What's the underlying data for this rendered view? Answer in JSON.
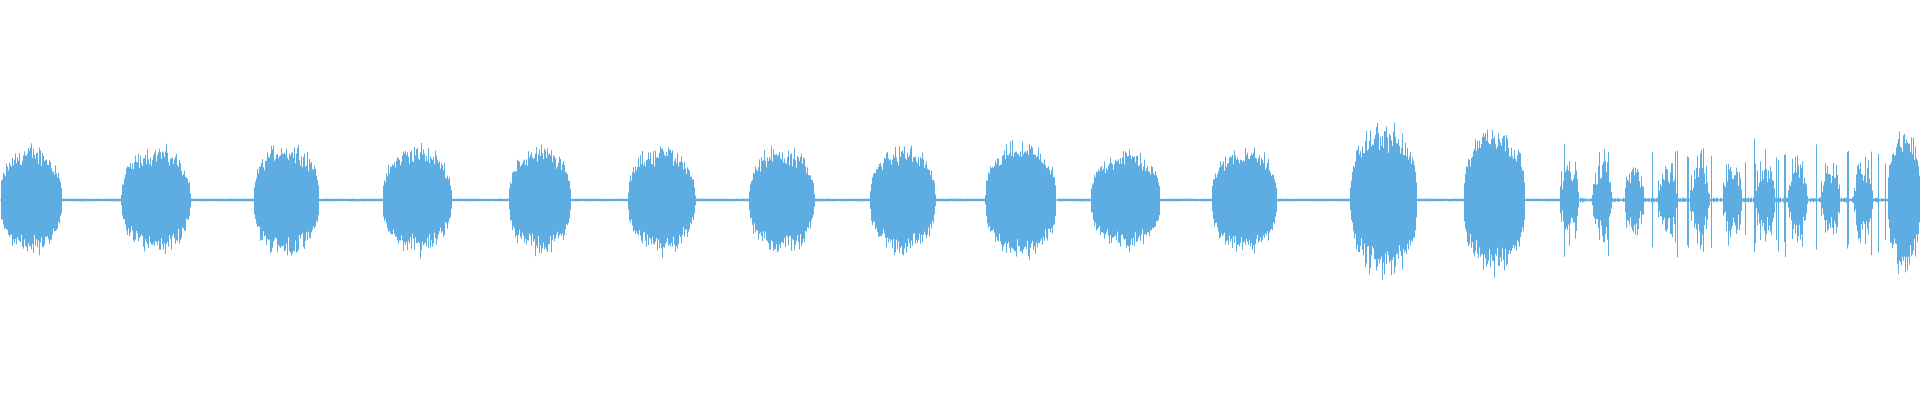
{
  "waveform": {
    "color": "#5dade2",
    "background": "#ffffff",
    "baseline_amplitude": 0.003,
    "segments": [
      {
        "kind": "burst",
        "start": 0.0,
        "end": 0.032,
        "amplitude": 0.13
      },
      {
        "kind": "burst",
        "start": 0.063,
        "end": 0.099,
        "amplitude": 0.13
      },
      {
        "kind": "burst",
        "start": 0.132,
        "end": 0.166,
        "amplitude": 0.14
      },
      {
        "kind": "burst",
        "start": 0.199,
        "end": 0.235,
        "amplitude": 0.13
      },
      {
        "kind": "burst",
        "start": 0.265,
        "end": 0.297,
        "amplitude": 0.13
      },
      {
        "kind": "burst",
        "start": 0.327,
        "end": 0.362,
        "amplitude": 0.13
      },
      {
        "kind": "burst",
        "start": 0.39,
        "end": 0.424,
        "amplitude": 0.13
      },
      {
        "kind": "burst",
        "start": 0.453,
        "end": 0.487,
        "amplitude": 0.13
      },
      {
        "kind": "burst",
        "start": 0.513,
        "end": 0.55,
        "amplitude": 0.14
      },
      {
        "kind": "burst",
        "start": 0.568,
        "end": 0.604,
        "amplitude": 0.12
      },
      {
        "kind": "burst",
        "start": 0.631,
        "end": 0.665,
        "amplitude": 0.13
      },
      {
        "kind": "burst",
        "start": 0.703,
        "end": 0.738,
        "amplitude": 0.18
      },
      {
        "kind": "burst",
        "start": 0.762,
        "end": 0.794,
        "amplitude": 0.18
      },
      {
        "kind": "spiky",
        "start": 0.812,
        "end": 0.982,
        "amplitude": 0.12
      },
      {
        "kind": "burst",
        "start": 0.983,
        "end": 1.0,
        "amplitude": 0.17
      }
    ]
  }
}
